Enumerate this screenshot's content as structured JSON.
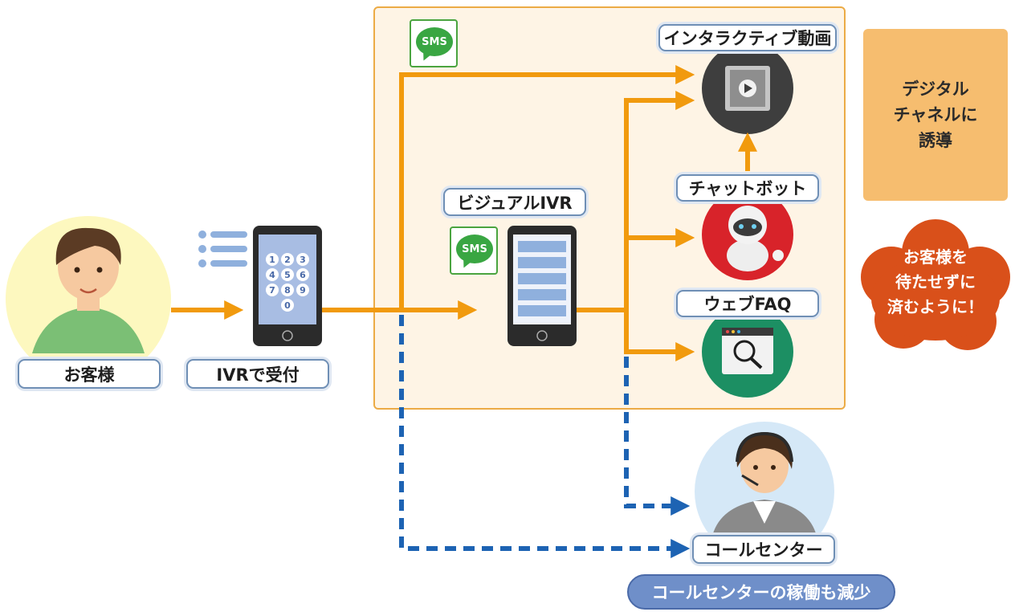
{
  "labels": {
    "customer": "お客様",
    "ivr_reception": "IVRで受付",
    "visual_ivr": "ビジュアルIVR",
    "interactive_video": "インタラクティブ動画",
    "chatbot": "チャットボット",
    "web_faq": "ウェブFAQ",
    "call_center": "コールセンター"
  },
  "sms_badge": "SMS",
  "keypad": [
    "1",
    "2",
    "3",
    "4",
    "5",
    "6",
    "7",
    "8",
    "9",
    "0"
  ],
  "digital_channel": "デジタル\nチャネルに\n誘導",
  "cloud_message": "お客様を\n待たせずに\n済むように！",
  "bottom_pill": "コールセンターの稼働も減少",
  "colors": {
    "orange_arrow": "#f19a0e",
    "blue_dashed": "#1d63b3",
    "panel_fill": "#fef4e5",
    "panel_border": "#ecab45",
    "digital_box": "#f6bd6f",
    "cloud": "#d9501a",
    "pill": "#6f8fc9",
    "sms_green": "#39a642"
  }
}
